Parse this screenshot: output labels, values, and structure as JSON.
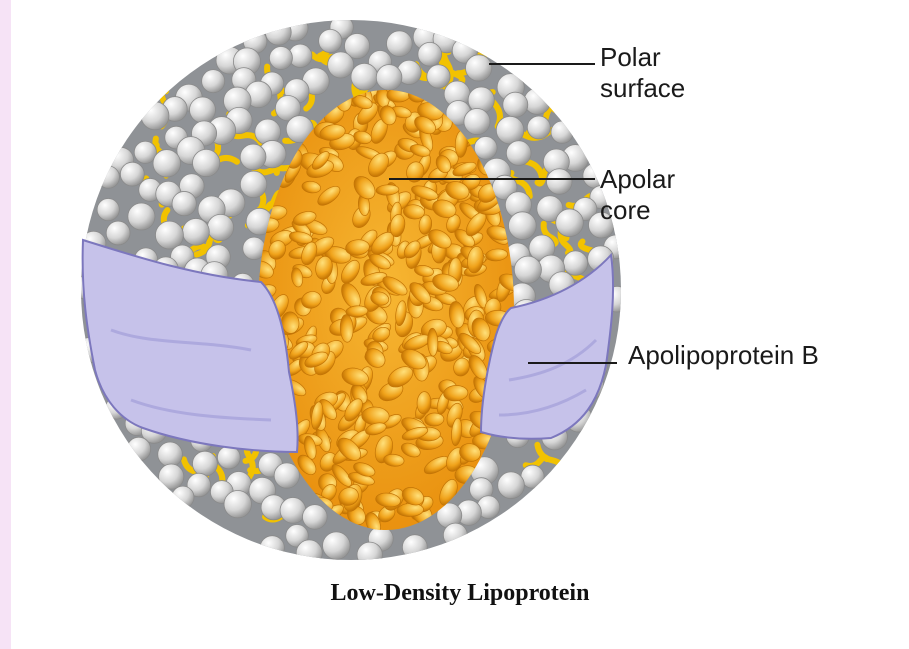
{
  "labels": {
    "polar_surface": "Polar\nsurface",
    "apolar_core": "Apolar\ncore",
    "apolipoprotein_b": "Apolipoprotein B"
  },
  "caption": "Low-Density Lipoprotein",
  "colors": {
    "page_border": "#f6e3f6",
    "phospholipid_head": "#d8d8d8",
    "phospholipid_tail": "#f2c200",
    "core": "#f3a81a",
    "protein": "#c6c2ea",
    "protein_edge": "#7c77bd",
    "leader_line": "#1a1a1a"
  }
}
